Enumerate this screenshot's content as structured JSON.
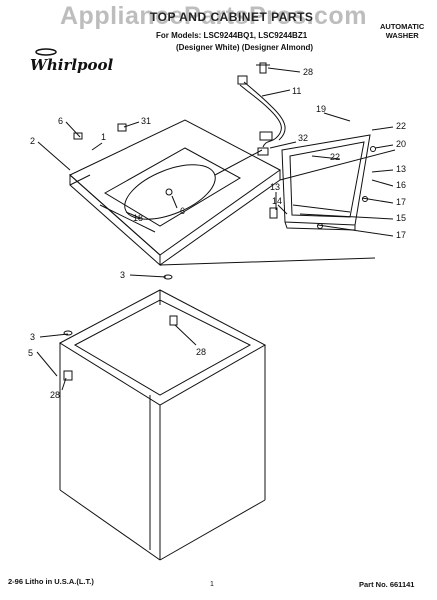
{
  "watermark": "AppliancePartsPros.com",
  "header": {
    "title": "TOP AND CABINET PARTS",
    "models": "For Models: LSC9244BQ1, LSC9244BZ1",
    "variants": "(Designer White) (Designer Almond)",
    "product_line1": "AUTOMATIC",
    "product_line2": "WASHER",
    "brand": "Whirlpool"
  },
  "callouts": {
    "c28_top": "28",
    "c11": "11",
    "c19": "19",
    "c22_right": "22",
    "c20": "20",
    "c22_inner": "22",
    "c13_right": "13",
    "c16": "16",
    "c17_upper": "17",
    "c15": "15",
    "c17_lower": "17",
    "c32": "32",
    "c13_mid": "13",
    "c14": "14",
    "c6_left": "6",
    "c1": "1",
    "c31": "31",
    "c2": "2",
    "c18": "18",
    "c6_center": "6",
    "c3_upper": "3",
    "c28_cabinet": "28",
    "c3_lower": "3",
    "c5": "5",
    "c28_left": "28"
  },
  "footer": {
    "litho": "2-96 Litho in U.S.A.(L.T.)",
    "page": "1",
    "part_no": "Part No. 661141"
  }
}
